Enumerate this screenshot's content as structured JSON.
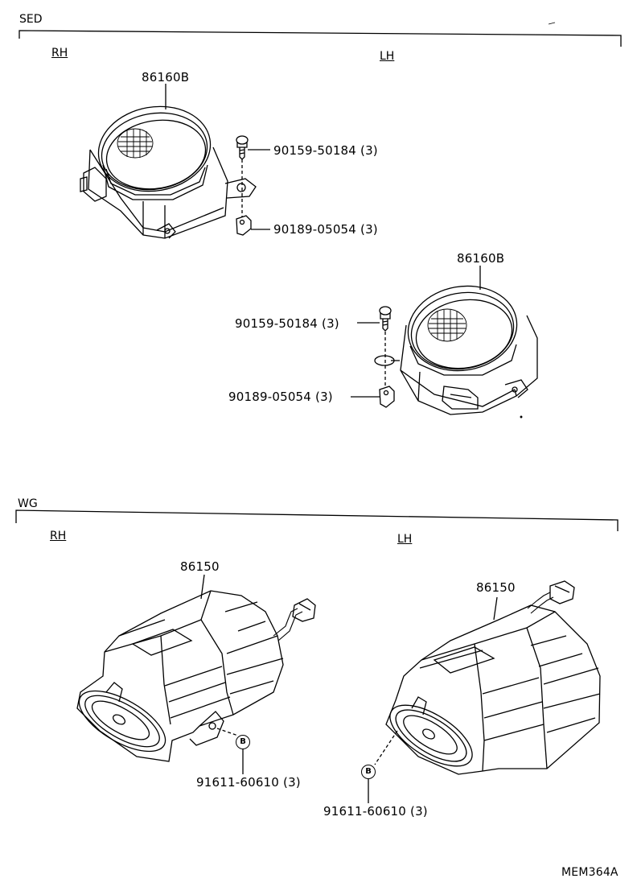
{
  "sections": {
    "sed": {
      "title": "SED",
      "rh": "RH",
      "lh": "LH"
    },
    "wg": {
      "title": "WG",
      "rh": "RH",
      "lh": "LH"
    }
  },
  "parts": {
    "speaker_sed_rh": "86160B",
    "speaker_sed_lh": "86160B",
    "screw_sed_rh": "90159-50184 (3)",
    "nut_sed_rh": "90189-05054 (3)",
    "screw_sed_lh": "90159-50184 (3)",
    "nut_sed_lh": "90189-05054 (3)",
    "speaker_wg_rh": "86150",
    "speaker_wg_lh": "86150",
    "bolt_wg_rh": "91611-60610 (3)",
    "bolt_wg_lh": "91611-60610 (3)"
  },
  "callouts": {
    "b_rh": "B",
    "b_lh": "B"
  },
  "diagram_id": "MEM364A"
}
